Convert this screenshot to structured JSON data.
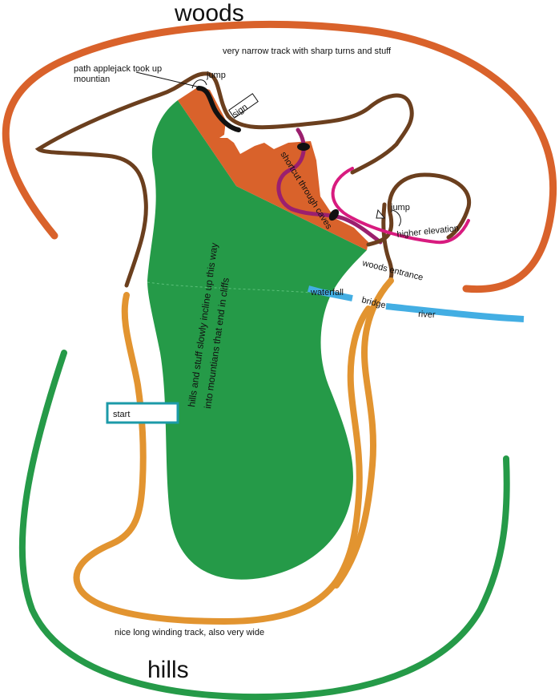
{
  "map": {
    "region_woods": "woods",
    "region_hills": "hills",
    "labels": {
      "narrow_track": "very narrow track with sharp turns and stuff",
      "path_applejack_line1": "path applejack took up",
      "path_applejack_line2": "mountian",
      "jump_top": "jump",
      "sign": "sign",
      "shortcut": "shortcut through caves",
      "jump_right": "jump",
      "higher_elevation": "higher elevation",
      "woods_entrance": "woods entrance",
      "waterfall": "waterfall",
      "bridge": "bridge",
      "river": "river",
      "start": "start",
      "hills_note_line1": "hills and stuff slowly incline up this way",
      "hills_note_line2": "into mountians that end in cliffs",
      "long_track": "nice long winding track, also very wide"
    },
    "colors": {
      "woods_border": "#d9622b",
      "hills_border": "#259a48",
      "land_green": "#259a48",
      "mountain_orange": "#d9622b",
      "brown_track": "#6b3f1e",
      "orange_track": "#e29430",
      "river_blue": "#43aee3",
      "magenta_track": "#d81b7f",
      "purple_track": "#9b1f6e",
      "start_box": "#1c9aa8"
    }
  }
}
